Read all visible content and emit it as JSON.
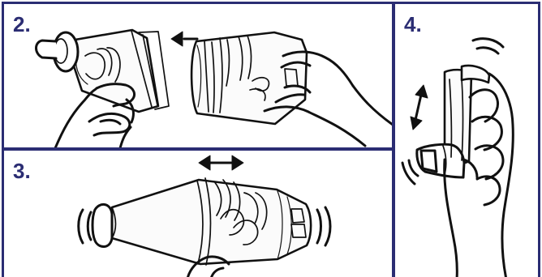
{
  "steps": [
    {
      "number": "2.",
      "icon": "separate-spacer-halves"
    },
    {
      "number": "3.",
      "icon": "shake-assembled-spacer"
    },
    {
      "number": "4.",
      "icon": "shake-inhaler"
    }
  ],
  "colors": {
    "panel_border": "#2b2d73",
    "line_art": "#111111",
    "background": "#ffffff"
  }
}
